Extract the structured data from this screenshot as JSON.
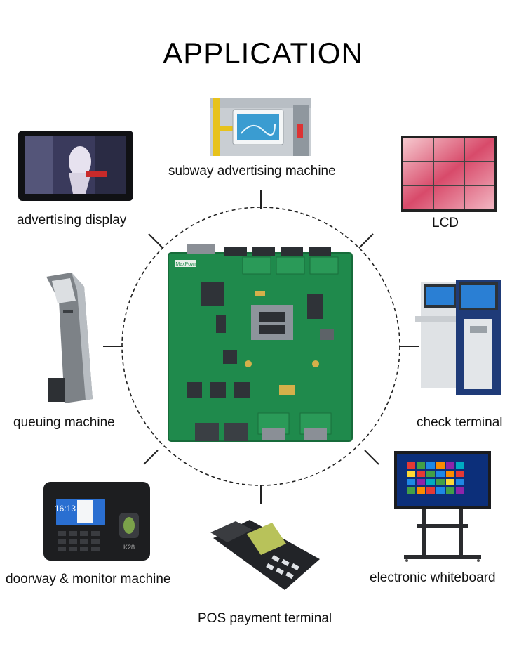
{
  "title": "APPLICATION",
  "center": {
    "board_marking": "MaxPowr"
  },
  "applications": [
    {
      "label": "subway advertising machine",
      "icon": "subway-screen-icon"
    },
    {
      "label": "advertising display",
      "icon": "tablet-display-icon"
    },
    {
      "label": "LCD",
      "icon": "video-wall-icon"
    },
    {
      "label": "queuing machine",
      "icon": "queue-kiosk-icon"
    },
    {
      "label": "check terminal",
      "icon": "self-service-kiosk-icon"
    },
    {
      "label": "doorway & monitor machine",
      "icon": "fingerprint-terminal-icon"
    },
    {
      "label": "electronic whiteboard",
      "icon": "interactive-whiteboard-icon"
    },
    {
      "label": "POS payment terminal",
      "icon": "pos-terminal-icon"
    }
  ],
  "device_text": {
    "attendance_clock": "16:13",
    "attendance_model": "K28"
  }
}
